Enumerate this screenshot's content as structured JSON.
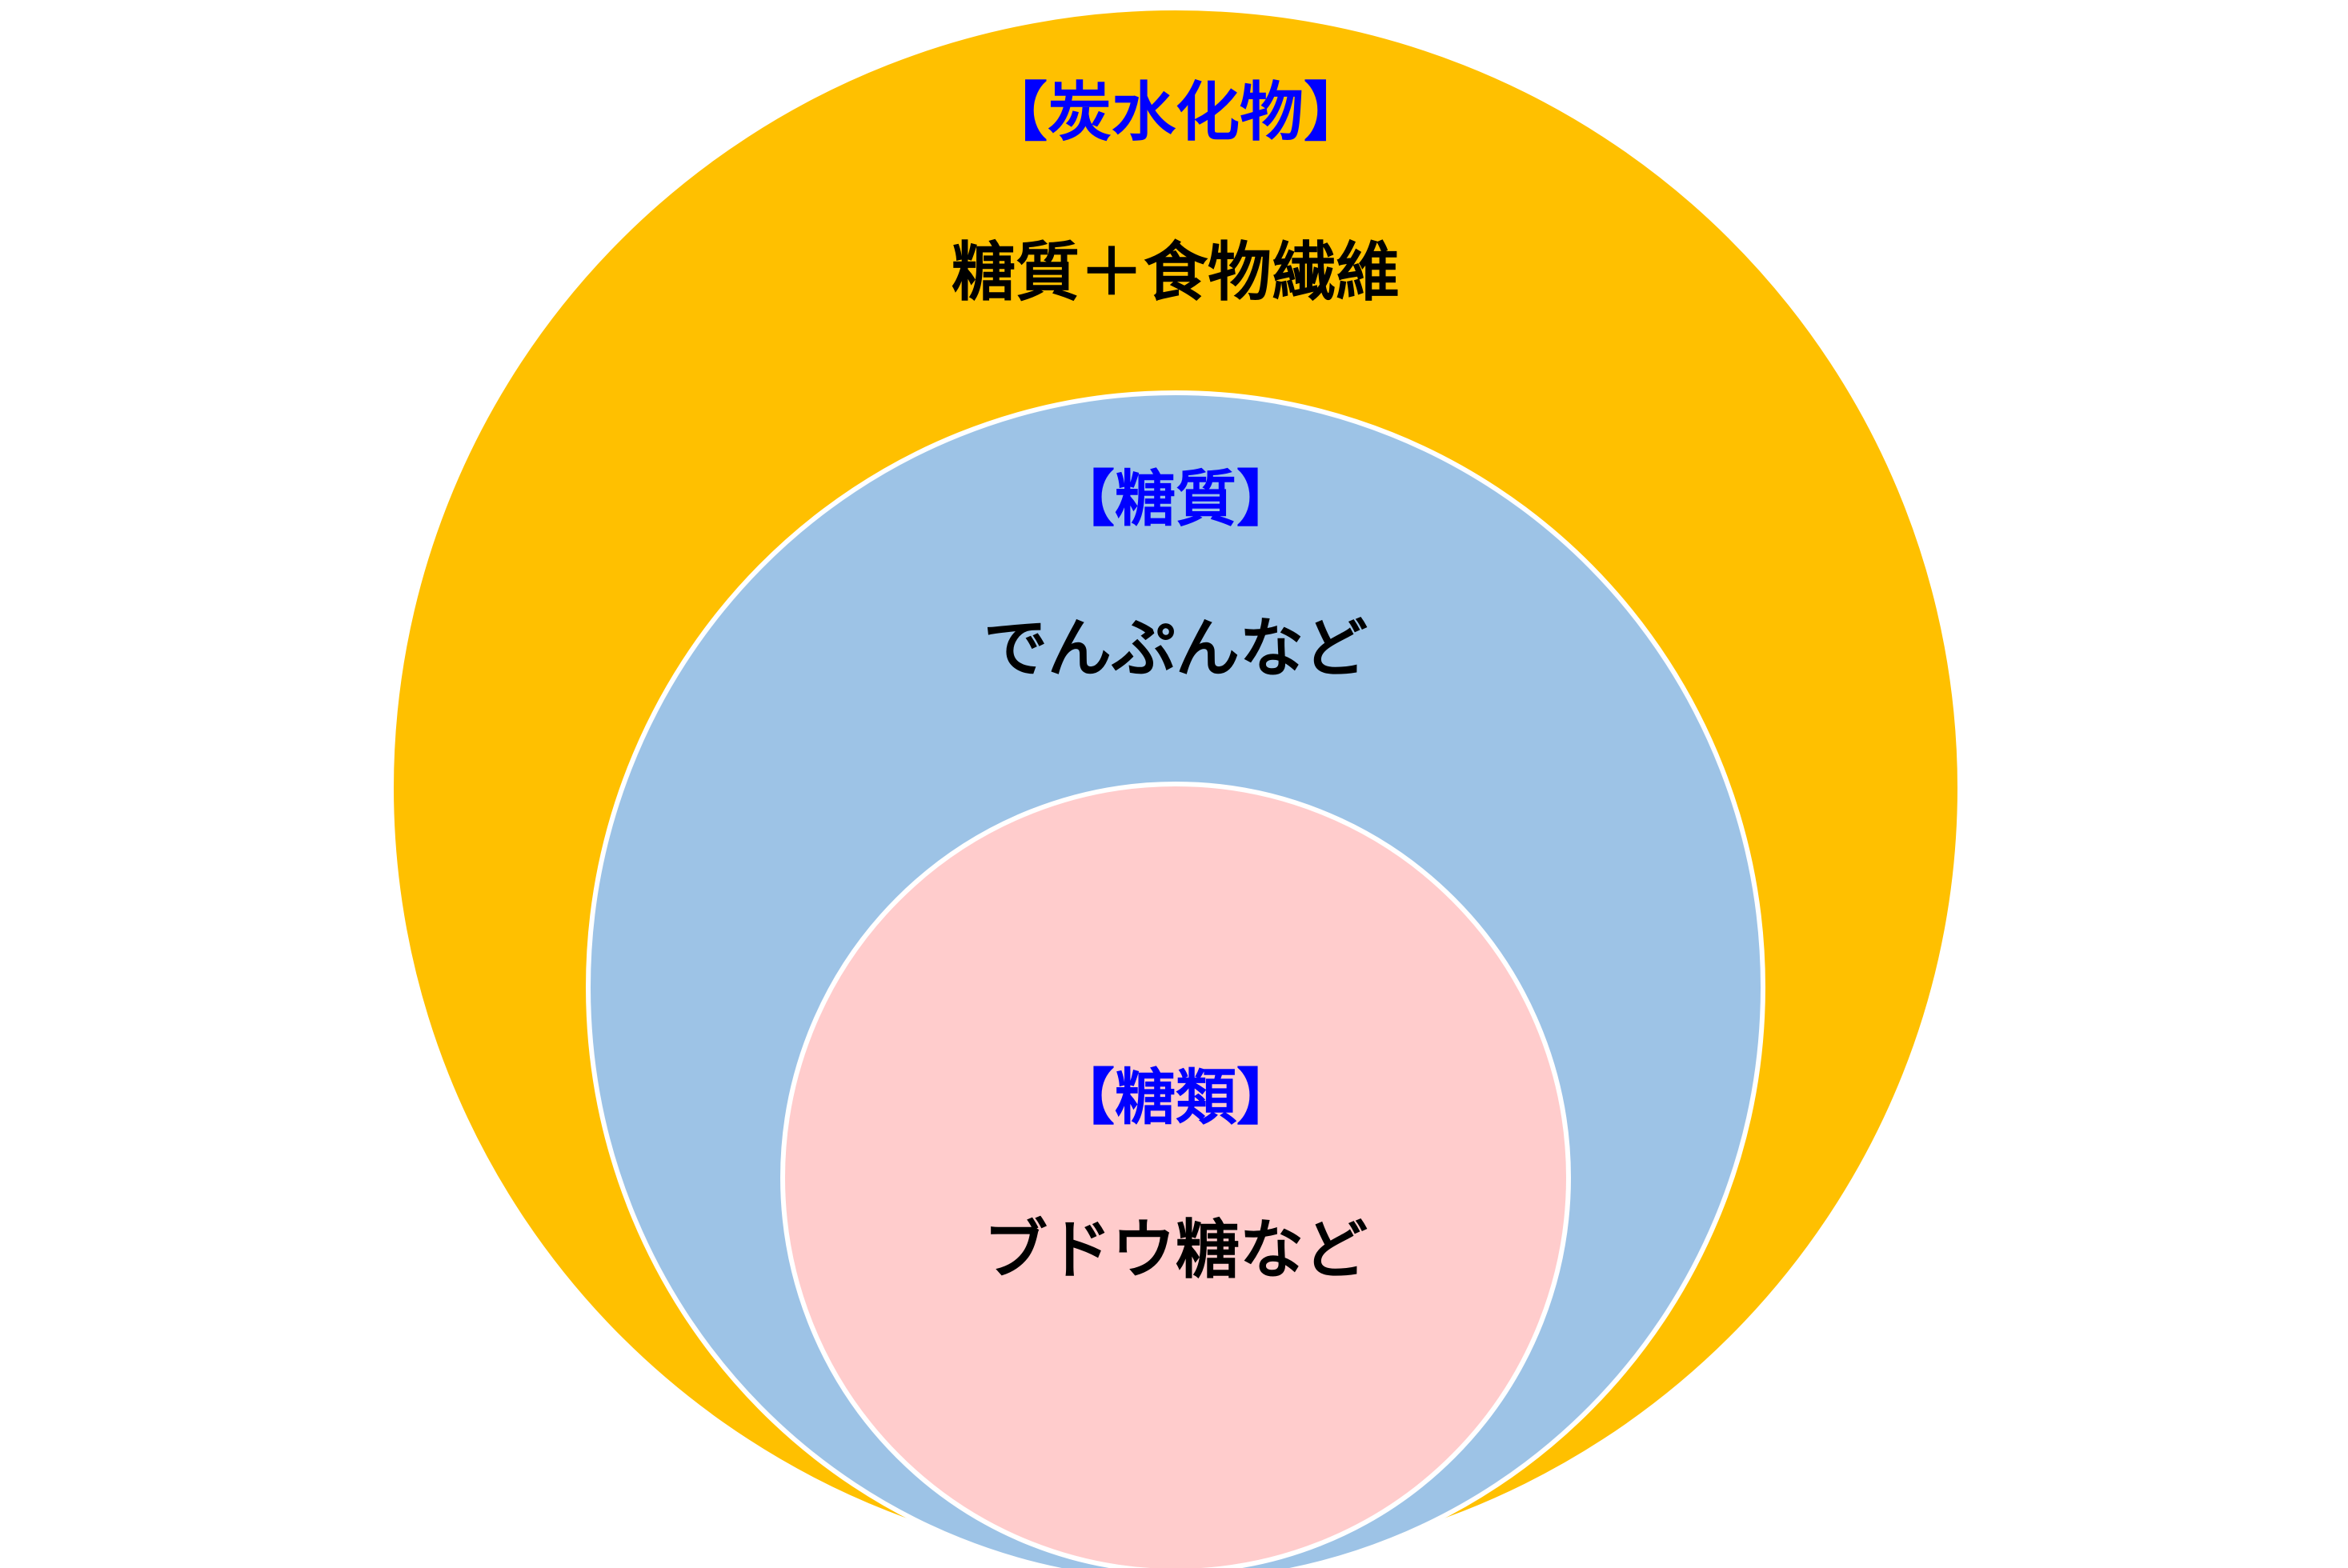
{
  "diagram": {
    "outer": {
      "heading": "【炭水化物】",
      "text": "糖質＋食物繊維",
      "color": "#FFC000"
    },
    "middle": {
      "heading": "【糖質】",
      "text": "でんぷんなど",
      "color": "#9DC3E6"
    },
    "inner": {
      "heading": "【糖類】",
      "text": "ブドウ糖など",
      "color": "#FFCCCC"
    },
    "heading_color": "#0000FF",
    "text_color": "#000000",
    "outline_color": "#FFFFFF"
  }
}
